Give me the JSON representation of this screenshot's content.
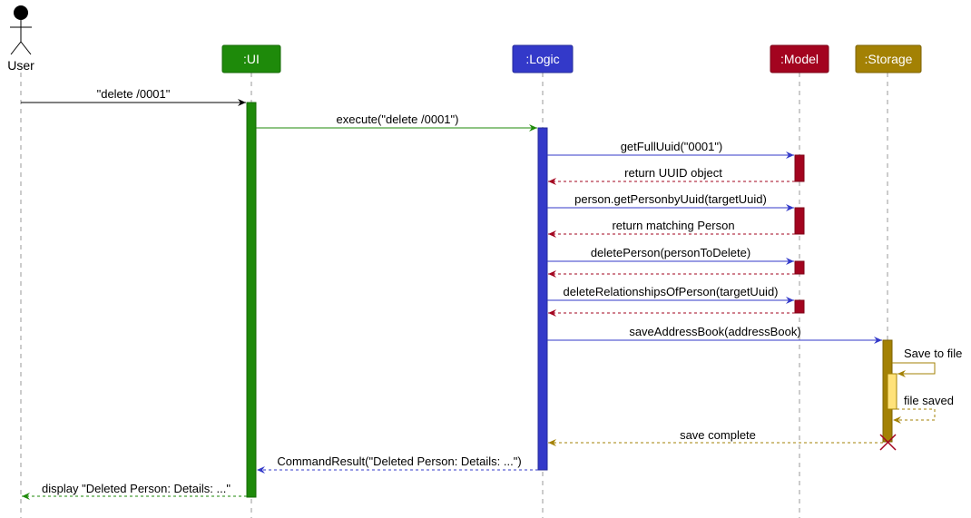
{
  "colors": {
    "ui": "#1e8a0a",
    "logic": "#3339c9",
    "model": "#a3041f",
    "storage": "#a38104",
    "storage_inner": "#ffe27a",
    "lifeline": "#999999",
    "actor": "#000000"
  },
  "actor": {
    "label": "User"
  },
  "participants": [
    {
      "id": "ui",
      "label": ":UI"
    },
    {
      "id": "logic",
      "label": ":Logic"
    },
    {
      "id": "model",
      "label": ":Model"
    },
    {
      "id": "storage",
      "label": ":Storage"
    }
  ],
  "messages": [
    {
      "id": "m1",
      "text": "\"delete /0001\""
    },
    {
      "id": "m2",
      "text": "execute(\"delete /0001\")"
    },
    {
      "id": "m3",
      "text": "getFullUuid(\"0001\")"
    },
    {
      "id": "m4",
      "text": "return UUID object"
    },
    {
      "id": "m5",
      "text": "person.getPersonbyUuid(targetUuid)"
    },
    {
      "id": "m6",
      "text": "return matching Person"
    },
    {
      "id": "m7",
      "text": "deletePerson(personToDelete)"
    },
    {
      "id": "m8",
      "text": ""
    },
    {
      "id": "m9",
      "text": "deleteRelationshipsOfPerson(targetUuid)"
    },
    {
      "id": "m10",
      "text": ""
    },
    {
      "id": "m11",
      "text": "saveAddressBook(addressBook)"
    },
    {
      "id": "m12",
      "text": "Save to file"
    },
    {
      "id": "m13",
      "text": "file saved"
    },
    {
      "id": "m14",
      "text": "save complete"
    },
    {
      "id": "m15",
      "text": "CommandResult(\"Deleted Person: Details: ...\")"
    },
    {
      "id": "m16",
      "text": "display \"Deleted Person: Details: ...\""
    }
  ]
}
